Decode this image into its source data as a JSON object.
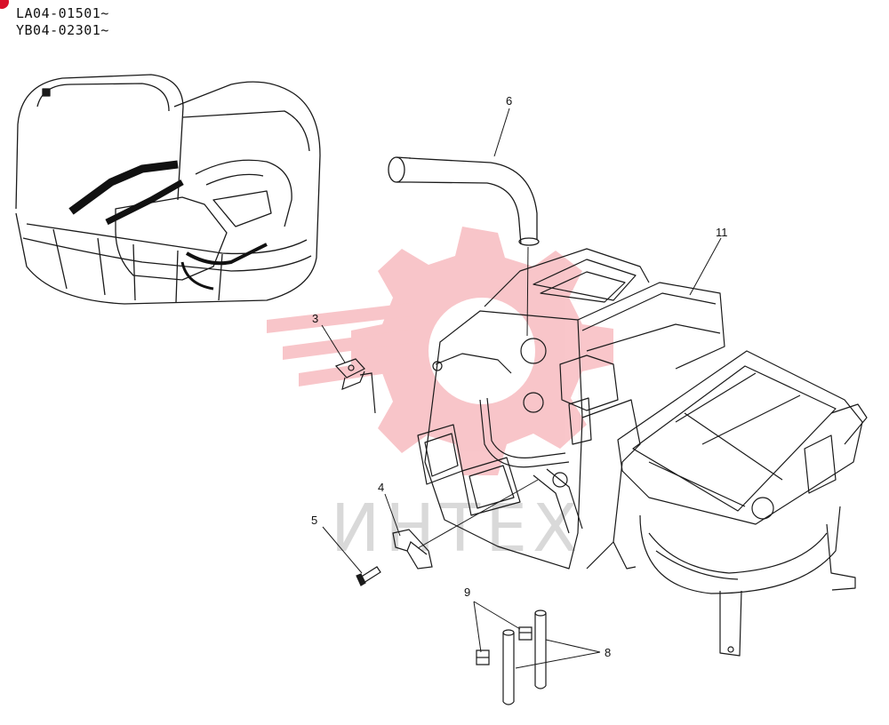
{
  "header": {
    "serial_lines": [
      "LA04-01501~",
      "YB04-02301~"
    ]
  },
  "watermark": {
    "text": "ИНТЕХ",
    "color": "#e8323f"
  },
  "callouts": [
    {
      "id": "3",
      "label": "3"
    },
    {
      "id": "4",
      "label": "4"
    },
    {
      "id": "5",
      "label": "5"
    },
    {
      "id": "6",
      "label": "6"
    },
    {
      "id": "8",
      "label": "8"
    },
    {
      "id": "9",
      "label": "9"
    },
    {
      "id": "11",
      "label": "11"
    }
  ],
  "colors": {
    "line": "#1a1a1a",
    "accent": "#d8102a"
  }
}
